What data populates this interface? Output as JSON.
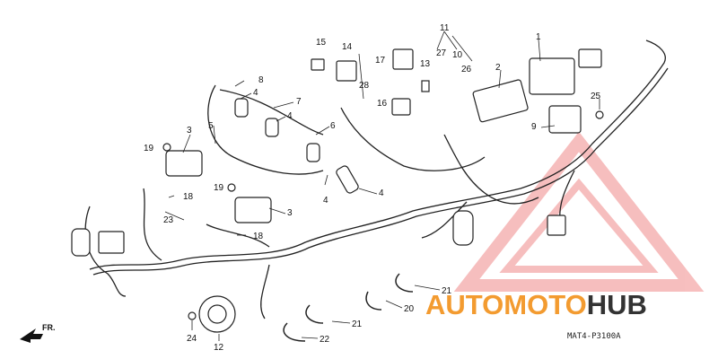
{
  "callouts": [
    "1",
    "2",
    "3",
    "3",
    "4",
    "4",
    "4",
    "4",
    "5",
    "6",
    "7",
    "8",
    "9",
    "10",
    "11",
    "12",
    "13",
    "14",
    "15",
    "16",
    "17",
    "18",
    "18",
    "19",
    "19",
    "20",
    "21",
    "21",
    "22",
    "23",
    "24",
    "25",
    "26",
    "27",
    "28"
  ],
  "front_label": "FR.",
  "diagram_code": "MAT4-P3100A",
  "watermark": {
    "part1": "AUTO",
    "part2": "MOTO",
    "part3": "HUB",
    "accent_color": "#f39b30",
    "dark_color": "#333333",
    "logo_color": "#f08a8a"
  }
}
